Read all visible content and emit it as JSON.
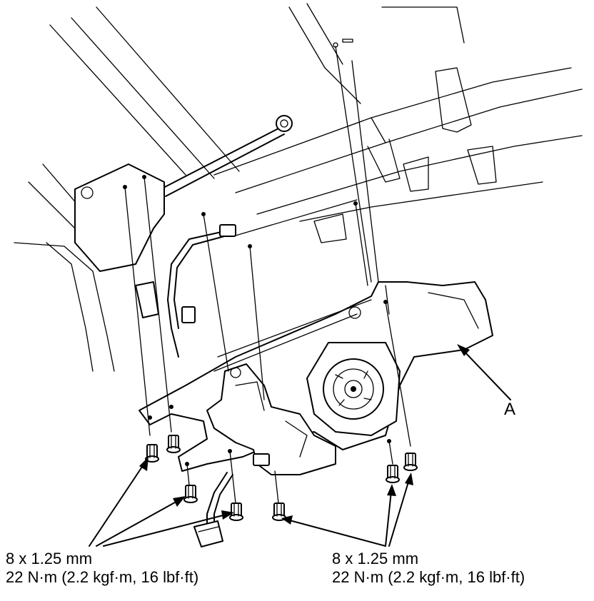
{
  "callout": {
    "letter": "A"
  },
  "spec_left": {
    "size": "8 x 1.25 mm",
    "torque": "22 N·m (2.2 kgf·m, 16 lbf·ft)"
  },
  "spec_right": {
    "size": "8 x 1.25 mm",
    "torque": "22 N·m (2.2 kgf·m, 16 lbf·ft)"
  }
}
